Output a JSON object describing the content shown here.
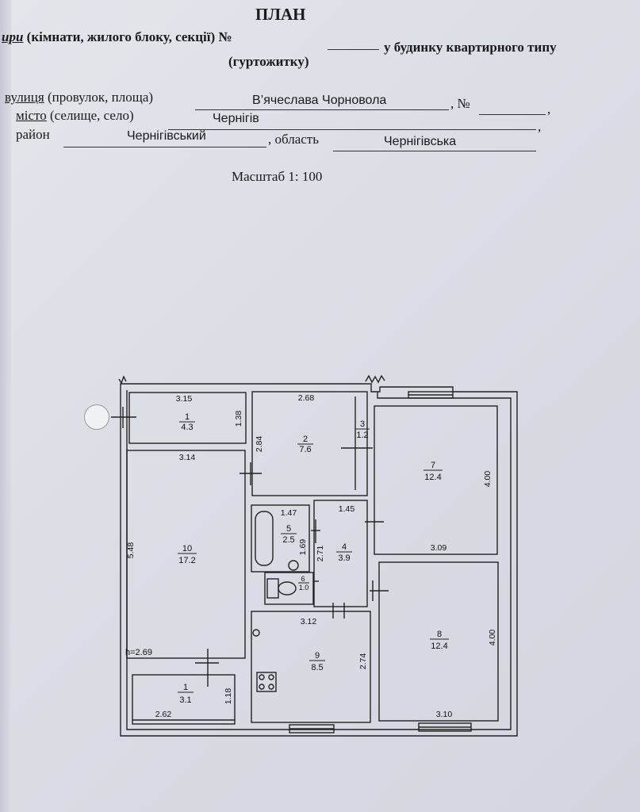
{
  "header": {
    "title": "ПЛАН",
    "line1_prefix": "ири",
    "line1_text": "(кімнати, жилого блоку, секції) №",
    "line1_suffix": "у будинку квартирного типу",
    "line2": "(гуртожитку)"
  },
  "address": {
    "street_label": "вулиця",
    "street_label_rest": "(провулок, площа)",
    "street_value": "В’ячеслава Чорновола",
    "number_label": ", №",
    "city_label": "місто",
    "city_label_rest": "(селище, село)",
    "city_value": "Чернігів",
    "district_label": "район",
    "district_value": "Чернігівський",
    "region_label": ", область",
    "region_value": "Чернігівська"
  },
  "scale": "Масштаб 1: 100",
  "plan": {
    "height_note": "h=2.69",
    "rooms": [
      {
        "num": "1",
        "area": "4.3"
      },
      {
        "num": "2",
        "area": "7.6"
      },
      {
        "num": "3",
        "area": "1.2"
      },
      {
        "num": "4",
        "area": "3.9"
      },
      {
        "num": "5",
        "area": "2.5"
      },
      {
        "num": "6",
        "area": "1.0"
      },
      {
        "num": "7",
        "area": "12.4"
      },
      {
        "num": "8",
        "area": "12.4"
      },
      {
        "num": "9",
        "area": "8.5"
      },
      {
        "num": "10",
        "area": "17.2"
      },
      {
        "num": "1",
        "area": "3.1"
      }
    ],
    "dimensions": [
      "3.15",
      "1.38",
      "2.68",
      "2.84",
      "3.14",
      "5.48",
      "1.47",
      "1.69",
      "1.45",
      "2.71",
      "4.00",
      "3.09",
      "4.00",
      "3.12",
      "2.74",
      "3.10",
      "2.62",
      "1.18"
    ]
  }
}
